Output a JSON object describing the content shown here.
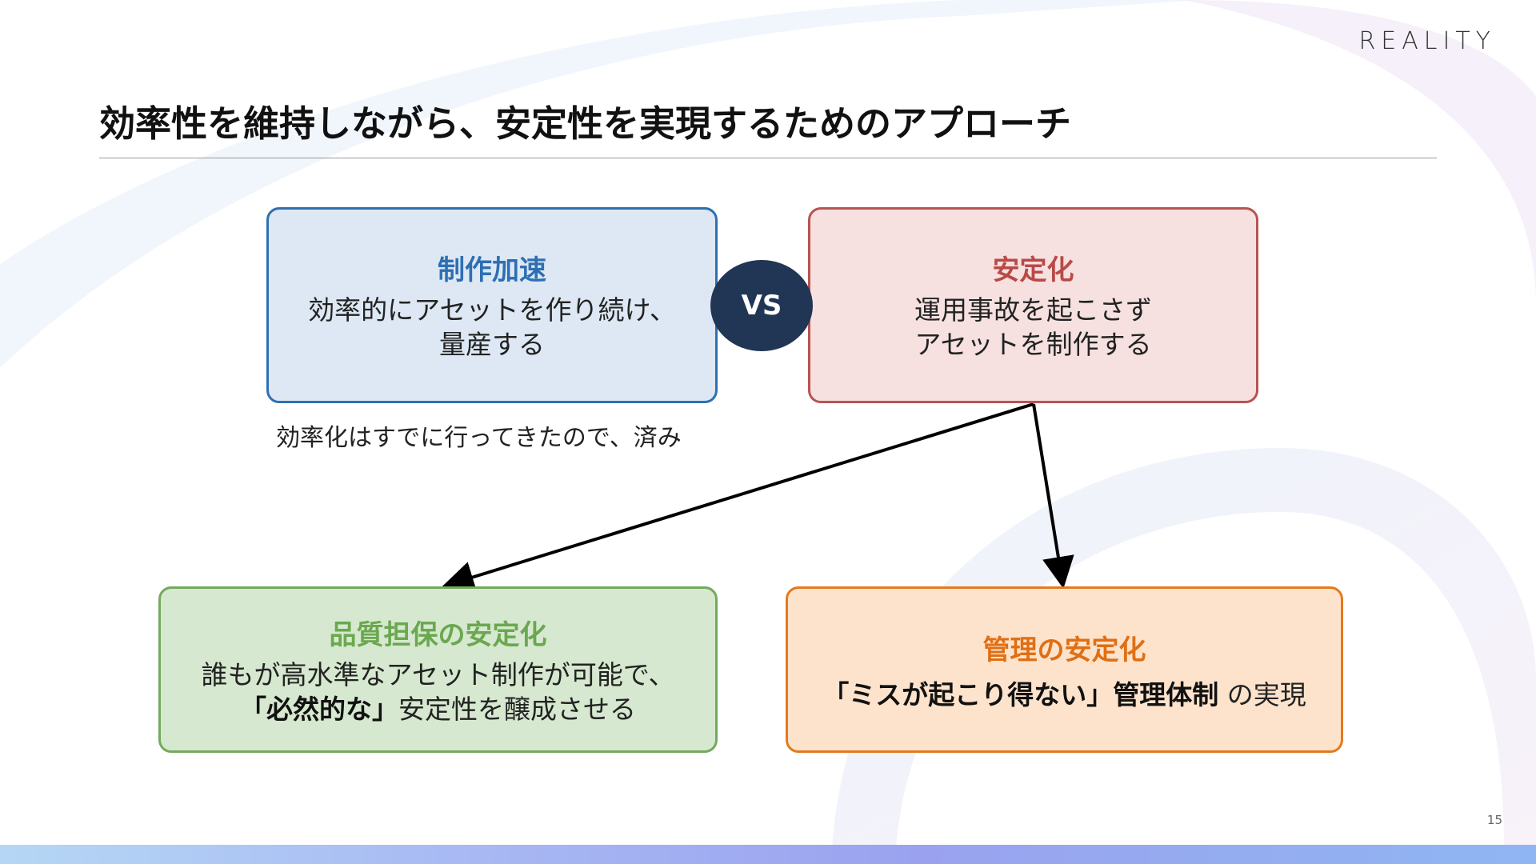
{
  "header": {
    "logo": "REALITY",
    "title": "効率性を維持しながら、安定性を実現するためのアプローチ"
  },
  "diagram": {
    "accel": {
      "title": "制作加速",
      "body_line1": "効率的にアセットを作り続け、",
      "body_line2": "量産する"
    },
    "vs": "VS",
    "stable": {
      "title": "安定化",
      "body_line1": "運用事故を起こさず",
      "body_line2": "アセットを制作する"
    },
    "note": "効率化はすでに行ってきたので、済み",
    "quality": {
      "title": "品質担保の安定化",
      "body_line1": "誰もが高水準なアセット制作が可能で、",
      "body_bold": "「必然的な」",
      "body_rest": "安定性を醸成させる"
    },
    "mgmt": {
      "title": "管理の安定化",
      "body_bold": "「ミスが起こり得ない」管理体制",
      "body_rest": "の実現"
    }
  },
  "footer": {
    "page_number": "15"
  },
  "colors": {
    "accel_accent": "#2e6fb3",
    "stable_accent": "#b84a47",
    "quality_accent": "#6aa84f",
    "mgmt_accent": "#e06f14",
    "vs_badge": "#213554"
  }
}
